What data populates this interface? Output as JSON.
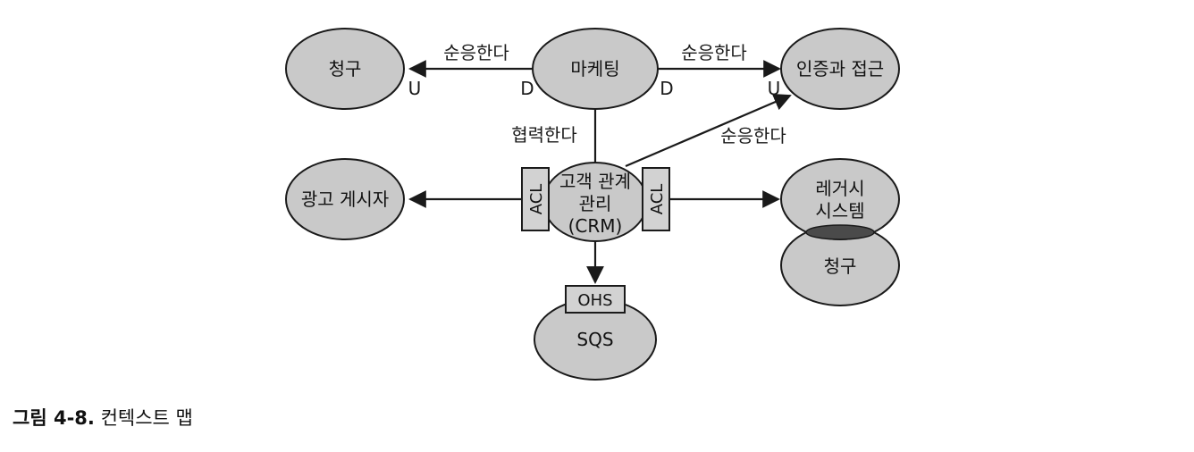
{
  "nodes": {
    "billing_top": "청구",
    "marketing": "마케팅",
    "auth": "인증과 접근",
    "ads": "광고 게시자",
    "crm_line1": "고객 관계",
    "crm_line2": "관리",
    "crm_line3": "(CRM)",
    "legacy_line1": "레거시",
    "legacy_line2": "시스템",
    "billing_bottom": "청구",
    "sqs": "SQS"
  },
  "boxes": {
    "acl_left": "ACL",
    "acl_right": "ACL",
    "ohs": "OHS"
  },
  "edges": {
    "conform_left": "순응한다",
    "conform_right": "순응한다",
    "conform_diag": "순응한다",
    "partnership": "협력한다",
    "u_left": "U",
    "d_left": "D",
    "d_right": "D",
    "u_right": "U"
  },
  "caption": {
    "number": "그림 4-8.",
    "text": "컨텍스트 맵"
  }
}
